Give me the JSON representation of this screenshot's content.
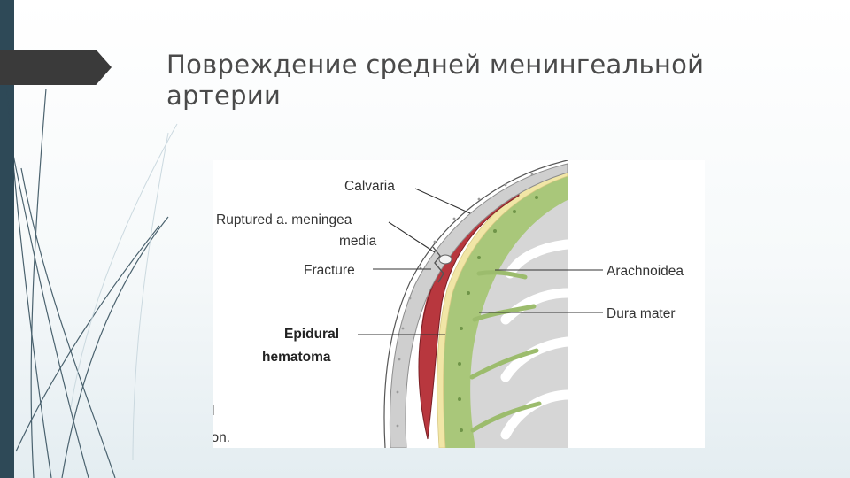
{
  "slide": {
    "title_line1": "Повреждение средней менингеальной",
    "title_line2": "артерии"
  },
  "figure": {
    "labels": {
      "calvaria": "Calvaria",
      "ruptured_line1": "Ruptured a. meningea",
      "ruptured_line2": "media",
      "fracture": "Fracture",
      "epidural_line1": "Epidural",
      "epidural_line2": "hematoma",
      "arachnoidea": "Arachnoidea",
      "dura_mater": "Dura mater",
      "cut_text_top": "l",
      "cut_text_bottom": "ion."
    },
    "colors": {
      "hematoma": "#b8373e",
      "bone": "#cfcfcf",
      "dura": "#f1e6a6",
      "arachnoid": "#a9c77a",
      "brain": "#d6d6d6"
    }
  },
  "theme": {
    "left_band": "#2e4957",
    "arrow": "#3a3a3a"
  }
}
